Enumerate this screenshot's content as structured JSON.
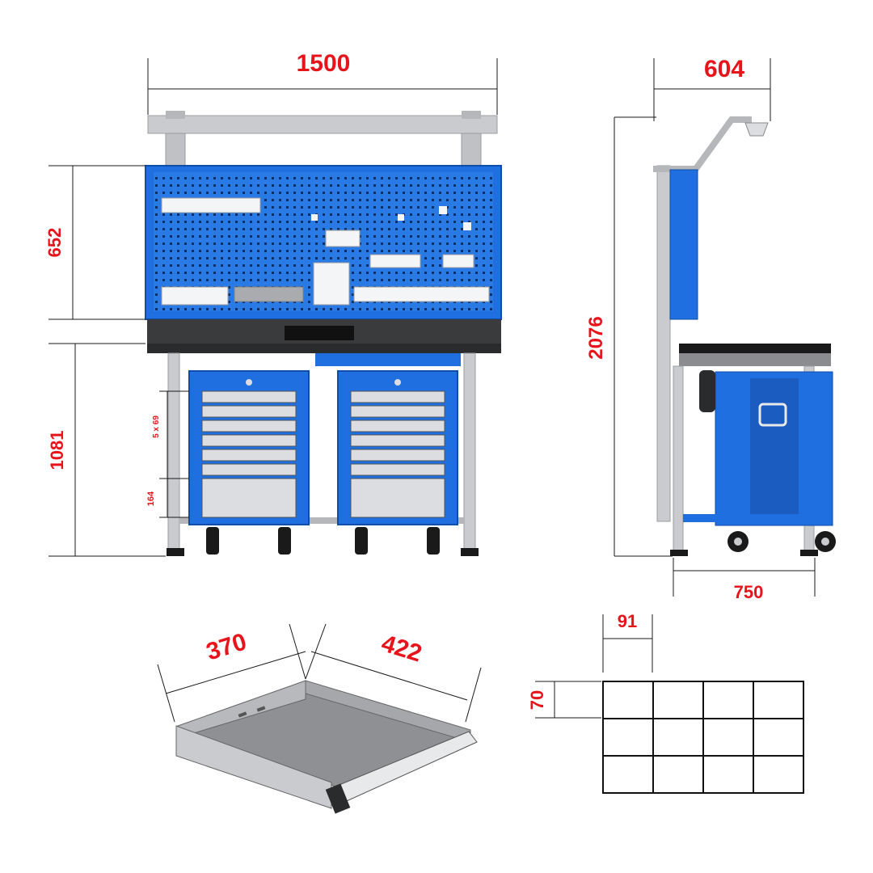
{
  "colors": {
    "dimension_text": "#e8141b",
    "cabinet_blue": "#1f6fe0",
    "frame_grey": "#c9cbcf",
    "steel_dark": "#3a3b3d",
    "line": "#1a1a1a"
  },
  "dimensions": {
    "front_width": "1500",
    "pegboard_height": "652",
    "bench_height": "1081",
    "drawer_height_small": "5 x 69",
    "drawer_height_large": "164",
    "side_depth_top": "604",
    "total_height": "2076",
    "side_depth": "750",
    "drawer_inner_width": "370",
    "drawer_inner_depth": "422",
    "insert_cell_width": "91",
    "insert_cell_height": "70"
  },
  "figures": {
    "front_view": "front-view",
    "side_view": "side-view",
    "drawer": "drawer-perspective",
    "insert_grid": "drawer-insert-grid"
  },
  "insert_grid": {
    "rows": 3,
    "cols": 4
  }
}
